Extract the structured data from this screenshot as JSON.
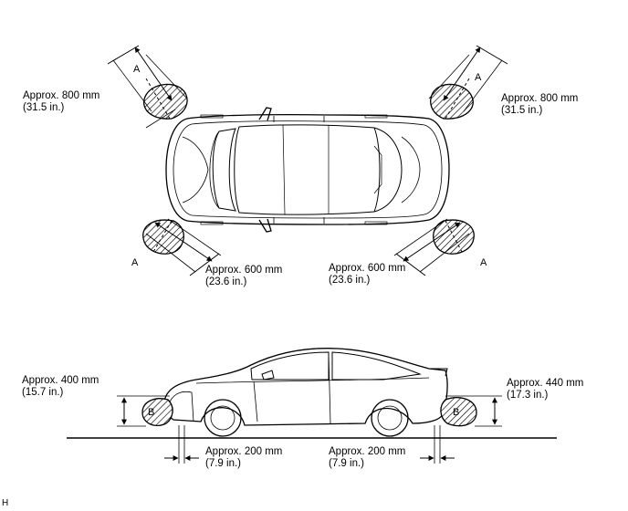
{
  "labels": {
    "front_left": {
      "line1": "Approx. 800 mm",
      "line2": "(31.5 in.)"
    },
    "front_right": {
      "line1": "Approx. 800 mm",
      "line2": "(31.5 in.)"
    },
    "rear_left": {
      "line1": "Approx. 600 mm",
      "line2": "(23.6 in.)"
    },
    "rear_right": {
      "line1": "Approx. 600 mm",
      "line2": "(23.6 in.)"
    },
    "height_front": {
      "line1": "Approx. 400 mm",
      "line2": "(15.7 in.)"
    },
    "height_rear": {
      "line1": "Approx. 440 mm",
      "line2": "(17.3 in.)"
    },
    "ground_front": {
      "line1": "Approx. 200 mm",
      "line2": "(7.9 in.)"
    },
    "ground_rear": {
      "line1": "Approx. 200 mm",
      "line2": "(7.9 in.)"
    }
  },
  "markers": {
    "a": "A",
    "b": "B"
  },
  "figure_code": "H"
}
